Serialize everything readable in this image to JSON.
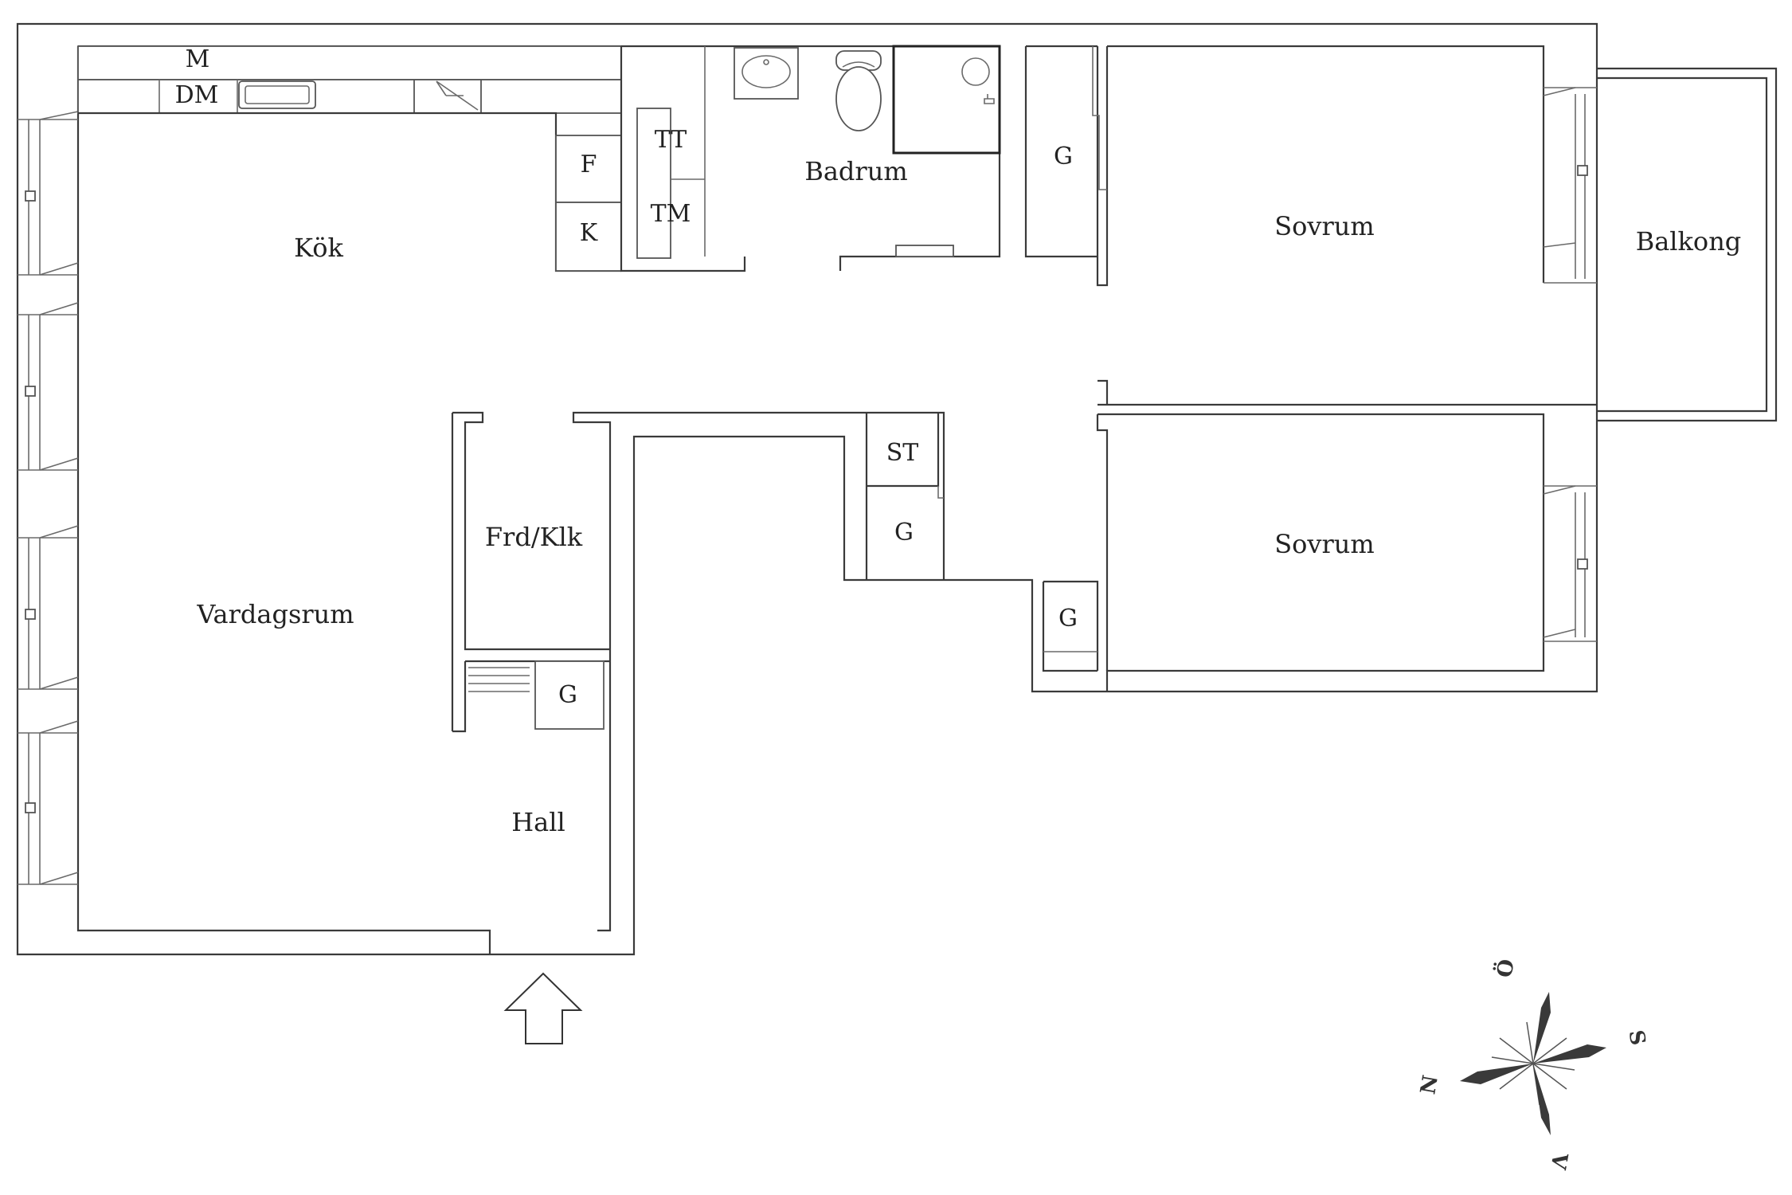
{
  "rooms": {
    "kok": "Kök",
    "badrum": "Badrum",
    "sovrum_1": "Sovrum",
    "sovrum_2": "Sovrum",
    "balkong": "Balkong",
    "vardagsrum": "Vardagsrum",
    "frd_klk": "Frd/Klk",
    "hall": "Hall"
  },
  "fixtures": {
    "m": "M",
    "dm": "DM",
    "f": "F",
    "k": "K",
    "tt": "TT",
    "tm": "TM",
    "g_bedroom_closet": "G",
    "st": "ST",
    "g_corridor": "G",
    "g_bedroom2": "G",
    "g_hall": "G"
  },
  "compass": {
    "north": "N",
    "south": "S",
    "east": "Ö",
    "west": "V"
  },
  "entrance": {
    "icon": "entrance-arrow-icon"
  },
  "colors": {
    "line": "#3a3a3a",
    "background": "#ffffff",
    "arrow_fill": "#3a3a3a"
  }
}
